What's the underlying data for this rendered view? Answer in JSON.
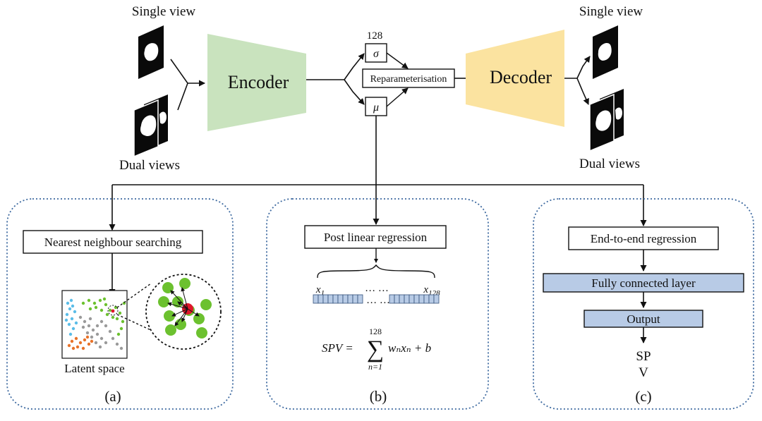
{
  "top": {
    "single_view_in": "Single view",
    "dual_views_in": "Dual views",
    "encoder": "Encoder",
    "latent_dim": "128",
    "sigma": "σ",
    "mu": "μ",
    "reparam": "Reparameterisation",
    "decoder": "Decoder",
    "single_view_out": "Single view",
    "dual_views_out": "Dual views"
  },
  "panel_a": {
    "title": "Nearest neighbour searching",
    "latent_label": "Latent space",
    "caption": "(a)"
  },
  "panel_b": {
    "title": "Post linear regression",
    "x_first": "x",
    "x_first_sub": "1",
    "x_last": "x",
    "x_last_sub": "128",
    "dots": "… …",
    "formula_lhs": "SPV =",
    "sum_top": "128",
    "sum_bottom": "n=1",
    "sum_sign": "∑",
    "formula_rhs": "wₙxₙ + b",
    "caption": "(b)"
  },
  "panel_c": {
    "title": "End-to-end regression",
    "fc_layer": "Fully connected layer",
    "output": "Output",
    "out_1": "SP",
    "out_2": "V",
    "caption": "(c)"
  },
  "colors": {
    "encoder_fill": "#c9e3be",
    "decoder_fill": "#fbe3a0",
    "layer_fill": "#b8cbe6",
    "panel_border": "#3e6aa0",
    "cluster_blue": "#5bbde8",
    "cluster_gray": "#9a9a9a",
    "cluster_green": "#6cc12f",
    "cluster_orange": "#e8732a",
    "query_red": "#e0162b"
  }
}
